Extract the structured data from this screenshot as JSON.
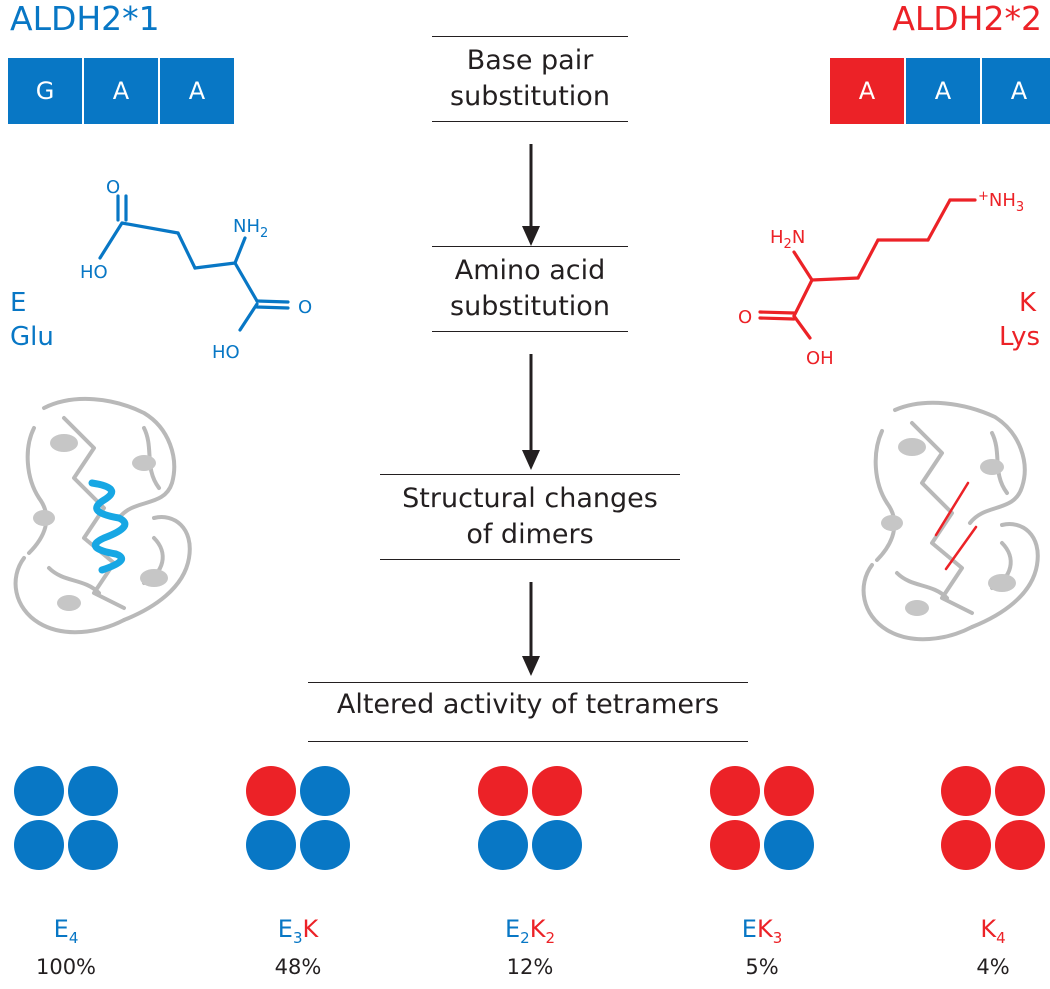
{
  "colors": {
    "wildtype": "#0877c5",
    "mutant": "#ec2227",
    "text": "#231f20",
    "protein": "#b9b9b9"
  },
  "left": {
    "allele": "ALDH2*1",
    "codon": [
      {
        "base": "G",
        "color": "#0877c5"
      },
      {
        "base": "A",
        "color": "#0877c5"
      },
      {
        "base": "A",
        "color": "#0877c5"
      }
    ],
    "amino_code": "E",
    "amino_name": "Glu",
    "molecule_labels": {
      "carbonyl_o": "O",
      "hydroxyl_top": "HO",
      "amine": "NH",
      "amine_sub": "2",
      "carbonyl_o2": "O",
      "hydroxyl_bottom": "HO"
    }
  },
  "right": {
    "allele": "ALDH2*2",
    "codon": [
      {
        "base": "A",
        "color": "#ec2227"
      },
      {
        "base": "A",
        "color": "#0877c5"
      },
      {
        "base": "A",
        "color": "#0877c5"
      }
    ],
    "amino_code": "K",
    "amino_name": "Lys",
    "molecule_labels": {
      "ammonium_sup": "+",
      "ammonium": "NH",
      "ammonium_sub": "3",
      "amine_pre": "H",
      "amine_pre_sub": "2",
      "amine_n": "N",
      "carbonyl_o": "O",
      "hydroxyl": "OH"
    }
  },
  "steps": [
    {
      "line1": "Base pair",
      "line2": "substitution"
    },
    {
      "line1": "Amino acid",
      "line2": "substitution"
    },
    {
      "line1": "Structural changes",
      "line2": "of dimers"
    },
    {
      "line1": "Altered activity of tetramers",
      "line2": ""
    }
  ],
  "tetramers": [
    {
      "label_parts": [
        {
          "t": "E",
          "sub": "4",
          "c": "blue"
        }
      ],
      "percent": "100%",
      "activity": 1.0,
      "colors": [
        "blue",
        "blue",
        "blue",
        "blue"
      ]
    },
    {
      "label_parts": [
        {
          "t": "E",
          "sub": "3",
          "c": "blue"
        },
        {
          "t": "K",
          "sub": "",
          "c": "red"
        }
      ],
      "percent": "48%",
      "activity": 0.48,
      "colors": [
        "red",
        "blue",
        "blue",
        "blue"
      ]
    },
    {
      "label_parts": [
        {
          "t": "E",
          "sub": "2",
          "c": "blue"
        },
        {
          "t": "K",
          "sub": "2",
          "c": "red"
        }
      ],
      "percent": "12%",
      "activity": 0.12,
      "colors": [
        "red",
        "red",
        "blue",
        "blue"
      ]
    },
    {
      "label_parts": [
        {
          "t": "E",
          "sub": "",
          "c": "blue"
        },
        {
          "t": "K",
          "sub": "3",
          "c": "red"
        }
      ],
      "percent": "5%",
      "activity": 0.05,
      "colors": [
        "red",
        "red",
        "red",
        "blue"
      ]
    },
    {
      "label_parts": [
        {
          "t": "K",
          "sub": "4",
          "c": "red"
        }
      ],
      "percent": "4%",
      "activity": 0.04,
      "colors": [
        "red",
        "red",
        "red",
        "red"
      ]
    }
  ]
}
